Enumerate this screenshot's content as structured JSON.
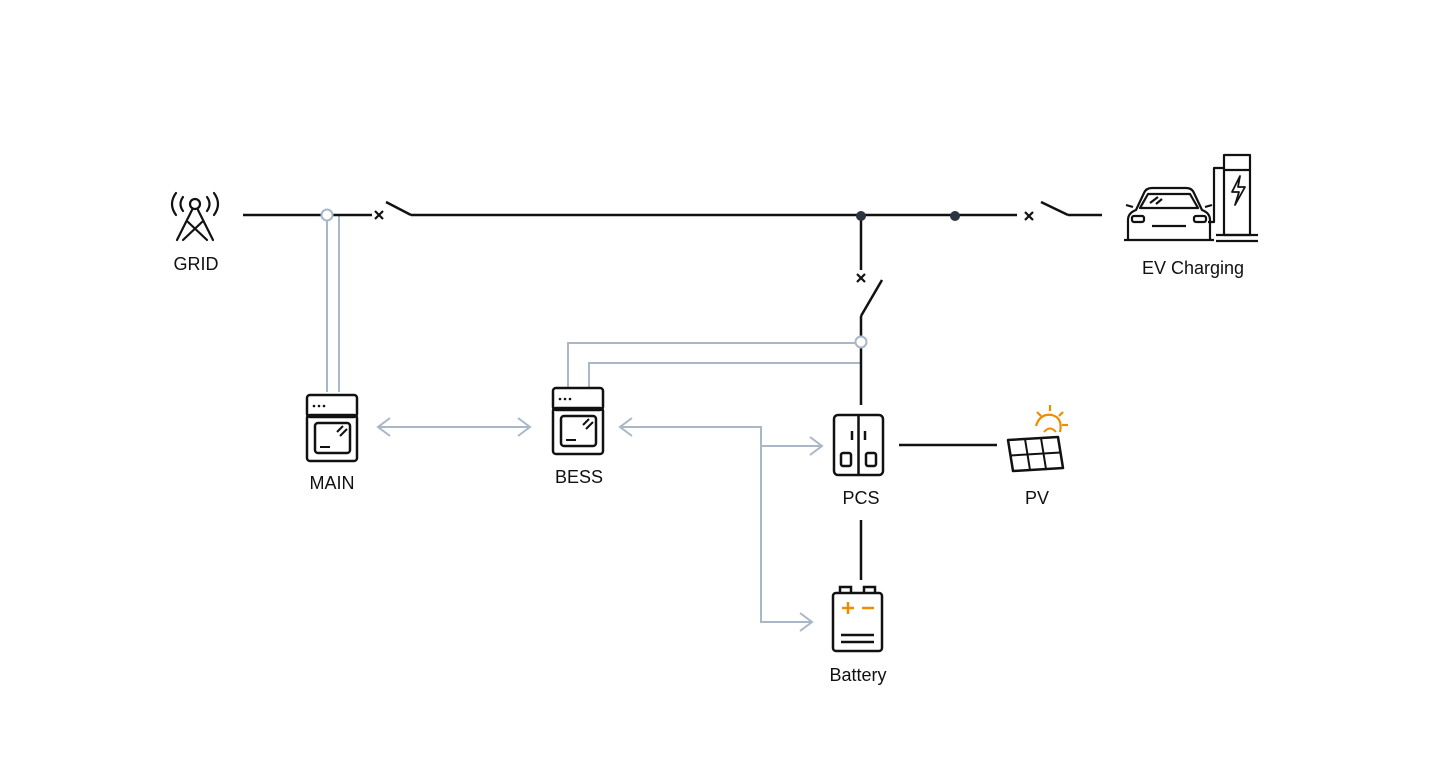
{
  "nodes": {
    "grid": {
      "label": "GRID",
      "icon": "transmission-tower-icon"
    },
    "ev": {
      "label": "EV Charging",
      "icon": "ev-charging-station-icon"
    },
    "main": {
      "label": "MAIN",
      "icon": "controller-icon"
    },
    "bess": {
      "label": "BESS",
      "icon": "controller-icon"
    },
    "pcs": {
      "label": "PCS",
      "icon": "power-conversion-icon"
    },
    "pv": {
      "label": "PV",
      "icon": "solar-panel-icon"
    },
    "battery": {
      "label": "Battery",
      "icon": "battery-icon"
    }
  },
  "colors": {
    "power_line": "#111111",
    "signal_line": "#a9b7c6",
    "junction": "#2b3440",
    "accent": "#f08c00"
  }
}
